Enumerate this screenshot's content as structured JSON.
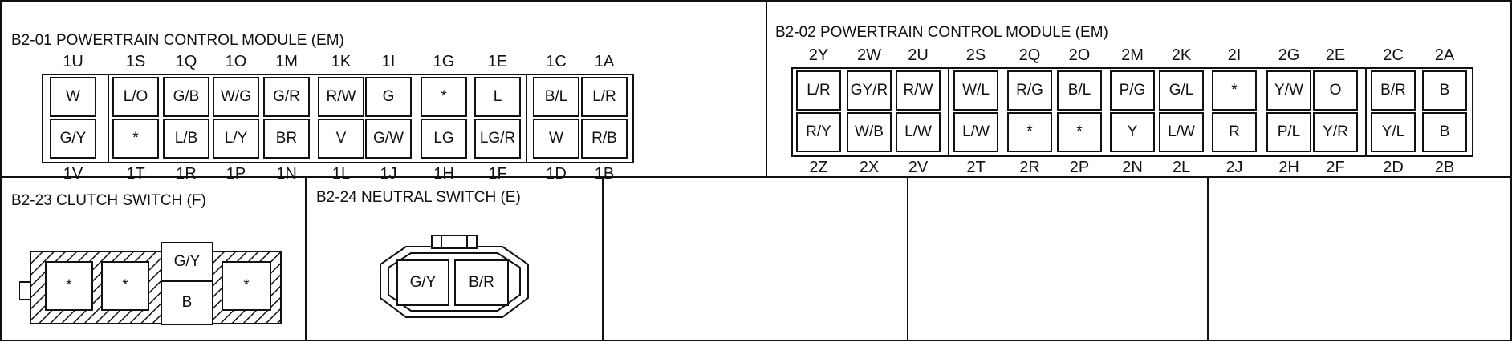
{
  "b201": {
    "title": "B2-01  POWERTRAIN CONTROL MODULE (EM)",
    "top_pins": [
      "1U",
      "1S",
      "1Q",
      "1O",
      "1M",
      "1K",
      "1I",
      "1G",
      "1E",
      "1C",
      "1A"
    ],
    "bottom_pins": [
      "1V",
      "1T",
      "1R",
      "1P",
      "1N",
      "1L",
      "1J",
      "1H",
      "1F",
      "1D",
      "1B"
    ],
    "top_wires": [
      "W",
      "L/O",
      "G/B",
      "W/G",
      "G/R",
      "R/W",
      "G",
      "*",
      "L",
      "B/L",
      "L/R"
    ],
    "bottom_wires": [
      "G/Y",
      "*",
      "L/B",
      "L/Y",
      "BR",
      "V",
      "G/W",
      "LG",
      "LG/R",
      "W",
      "R/B"
    ]
  },
  "b202": {
    "title": "B2-02  POWERTRAIN CONTROL MODULE (EM)",
    "top_pins": [
      "2Y",
      "2W",
      "2U",
      "2S",
      "2Q",
      "2O",
      "2M",
      "2K",
      "2I",
      "2G",
      "2E",
      "2C",
      "2A"
    ],
    "bottom_pins": [
      "2Z",
      "2X",
      "2V",
      "2T",
      "2R",
      "2P",
      "2N",
      "2L",
      "2J",
      "2H",
      "2F",
      "2D",
      "2B"
    ],
    "top_wires": [
      "L/R",
      "GY/R",
      "R/W",
      "W/L",
      "R/G",
      "B/L",
      "P/G",
      "G/L",
      "*",
      "Y/W",
      "O",
      "B/R",
      "B"
    ],
    "bottom_wires": [
      "R/Y",
      "W/B",
      "L/W",
      "L/W",
      "*",
      "*",
      "Y",
      "L/W",
      "R",
      "P/L",
      "Y/R",
      "Y/L",
      "B"
    ]
  },
  "b223": {
    "title": "B2-23  CLUTCH SWITCH (F)",
    "cells": [
      "*",
      "*",
      "G/Y",
      "B",
      "*"
    ]
  },
  "b224": {
    "title": "B2-24  NEUTRAL SWITCH (E)",
    "cells": [
      "G/Y",
      "B/R"
    ]
  }
}
